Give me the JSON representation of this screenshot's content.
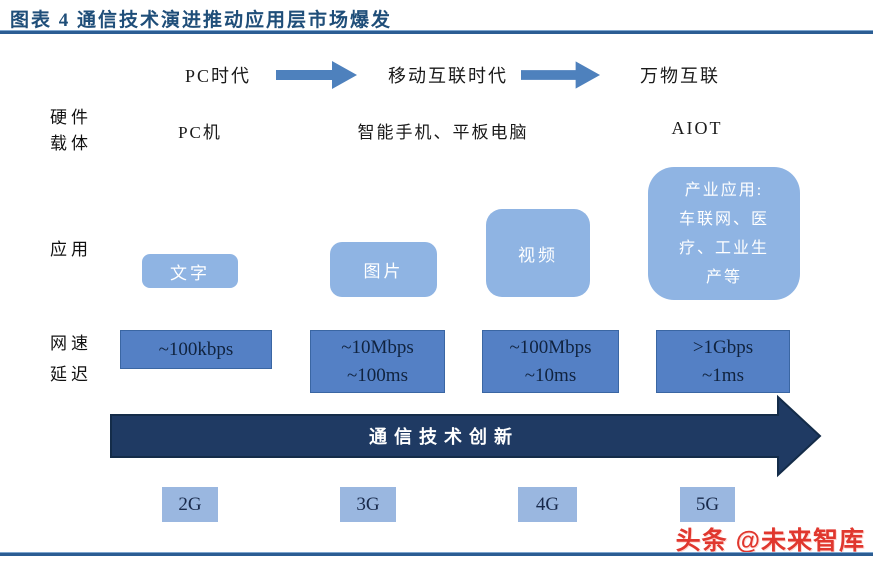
{
  "title": "图表 4   通信技术演进推动应用层市场爆发",
  "era_row": {
    "items": [
      "PC时代",
      "移动互联时代",
      "万物互联"
    ]
  },
  "hardware_row": {
    "label_line1": "硬件",
    "label_line2": "载体",
    "items": [
      "PC机",
      "智能手机、平板电脑",
      "AIOT"
    ]
  },
  "application_row": {
    "label": "应用",
    "items": [
      "文字",
      "图片",
      "视频"
    ],
    "industry_box_lines": [
      "产业应用:",
      "车联网、医",
      "疗、工业生",
      "产等"
    ]
  },
  "speed_row": {
    "label_line1": "网速",
    "label_line2": "延迟",
    "items": [
      {
        "speed": "~100kbps"
      },
      {
        "speed": "~10Mbps",
        "latency": "~100ms"
      },
      {
        "speed": "~100Mbps",
        "latency": "~10ms"
      },
      {
        "speed": ">1Gbps",
        "latency": "~1ms"
      }
    ]
  },
  "main_arrow": {
    "label": "通信技术创新"
  },
  "generation_row": {
    "items": [
      "2G",
      "3G",
      "4G",
      "5G"
    ]
  },
  "watermark": "头条 @未来智库",
  "colors": {
    "title_blue": "#1F4E79",
    "rule_blue": "#2B5D93",
    "small_arrow_blue": "#4E81BD",
    "app_box_blue": "#8FB4E3",
    "speed_box_blue": "#5480C5",
    "gen_box_blue": "#9AB7E0",
    "main_arrow_navy": "#1F3A63",
    "watermark_red": "#E0372E"
  }
}
